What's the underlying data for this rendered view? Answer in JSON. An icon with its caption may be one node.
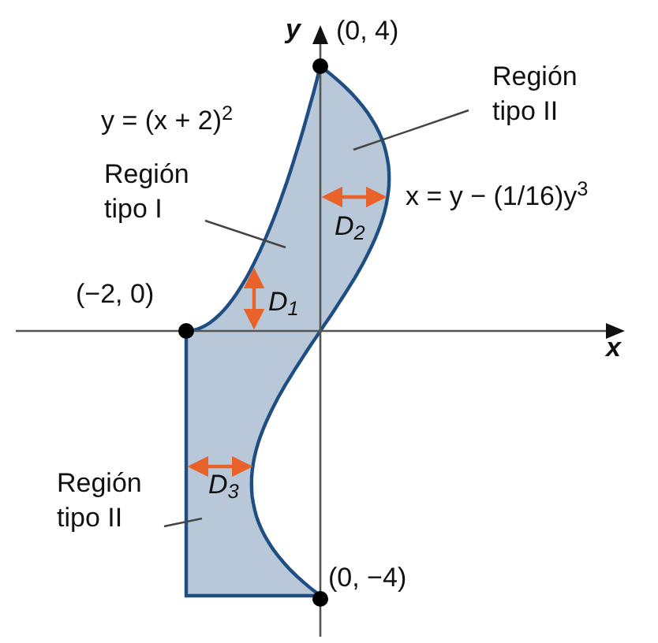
{
  "diagram": {
    "nodes": [
      {
        "text": [
          "Región tipo I"
        ]
      },
      {
        "text": [
          "Región tipo II"
        ]
      },
      {
        "text": [
          "Región tipo II"
        ]
      }
    ],
    "edges": [
      {
        "from": 0,
        "to": null,
        "arrow": "none"
      },
      {
        "from": 1,
        "to": null,
        "arrow": "none"
      },
      {
        "from": 2,
        "to": null,
        "arrow": "none"
      }
    ],
    "labels": [
      "y",
      "(0, 4)",
      "y = (x + 2)$^{2}$",
      "x = y − (1/16)y$^{3}$",
      "D$_{2}$",
      "D$_{1}$",
      "(−2, 0)",
      "x",
      "D$_{3}$",
      "(0, −4)"
    ]
  }
}
